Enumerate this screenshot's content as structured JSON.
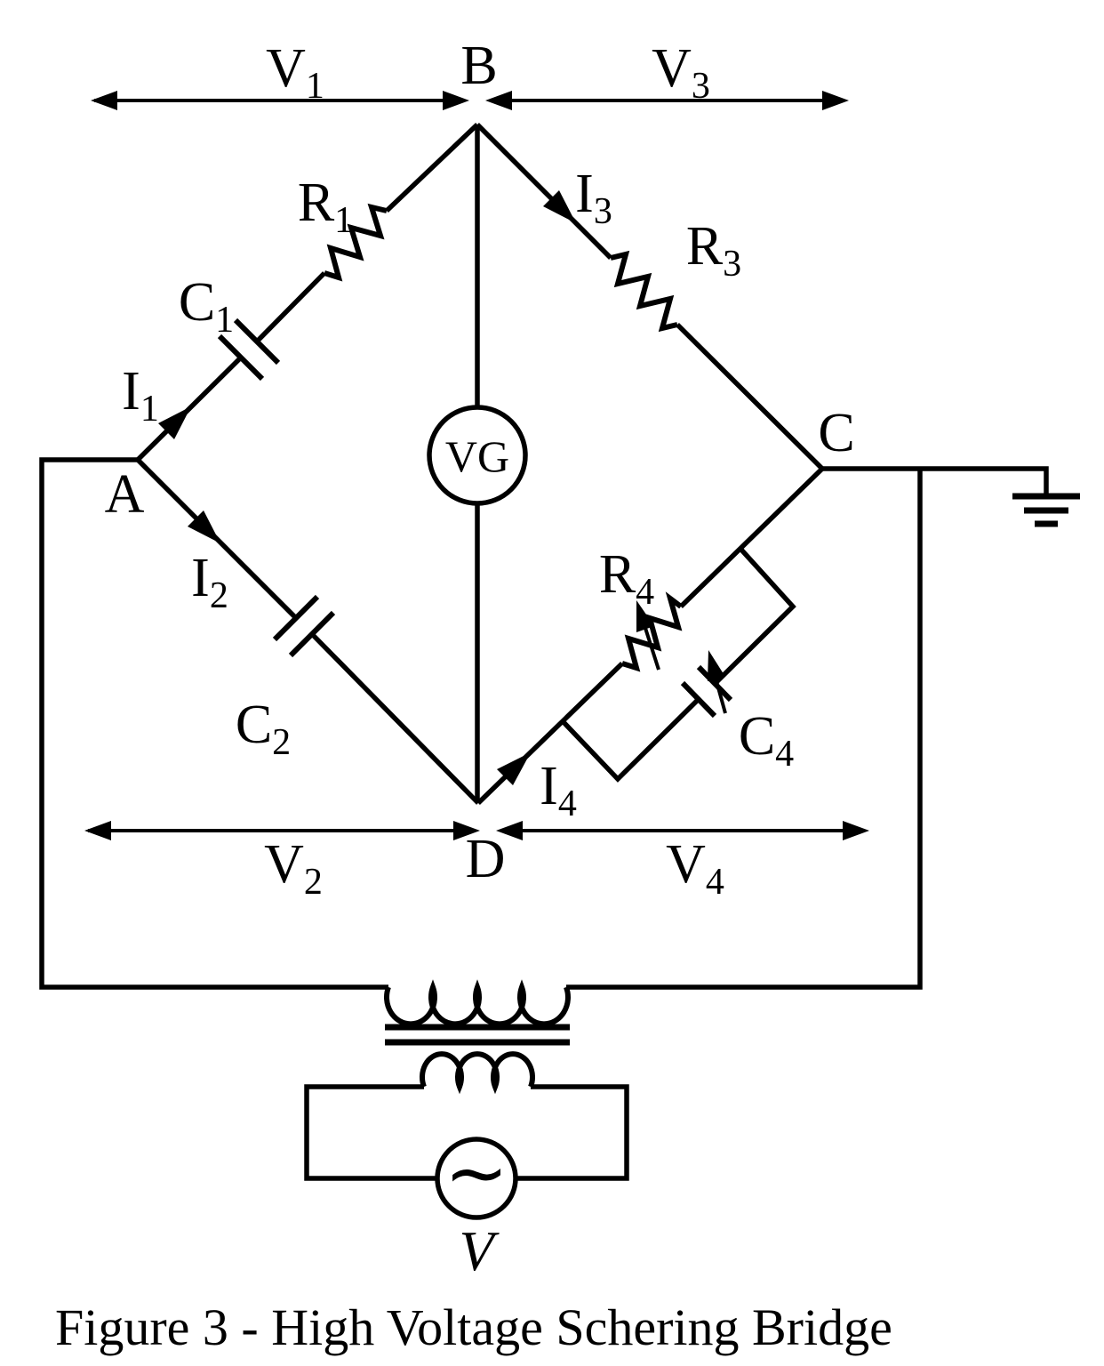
{
  "figure": {
    "caption": "Figure 3 - High Voltage Schering Bridge"
  },
  "nodes": {
    "a": "A",
    "b": "B",
    "c": "C",
    "d": "D"
  },
  "instruments": {
    "galvanometer": "VG",
    "source": "V",
    "source_waveform": "~"
  },
  "voltages": {
    "v1": {
      "base": "V",
      "sub": "1"
    },
    "v2": {
      "base": "V",
      "sub": "2"
    },
    "v3": {
      "base": "V",
      "sub": "3"
    },
    "v4": {
      "base": "V",
      "sub": "4"
    }
  },
  "currents": {
    "i1": {
      "base": "I",
      "sub": "1"
    },
    "i2": {
      "base": "I",
      "sub": "2"
    },
    "i3": {
      "base": "I",
      "sub": "3"
    },
    "i4": {
      "base": "I",
      "sub": "4"
    }
  },
  "components": {
    "r1": {
      "base": "R",
      "sub": "1"
    },
    "r3": {
      "base": "R",
      "sub": "3"
    },
    "r4": {
      "base": "R",
      "sub": "4"
    },
    "c1": {
      "base": "C",
      "sub": "1"
    },
    "c2": {
      "base": "C",
      "sub": "2"
    },
    "c4": {
      "base": "C",
      "sub": "4"
    }
  },
  "colors": {
    "ink": "#000000",
    "background": "#ffffff"
  }
}
